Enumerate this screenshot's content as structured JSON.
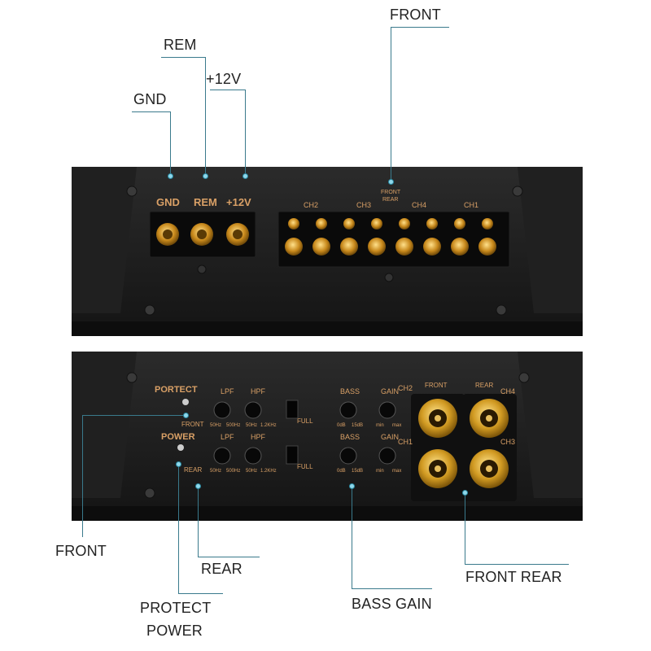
{
  "callouts": {
    "front_top": "FRONT",
    "rem": "REM",
    "plus12v": "+12V",
    "gnd": "GND",
    "front_left": "FRONT",
    "rear": "REAR",
    "protect": "PROTECT",
    "power": "POWER",
    "bass_gain": "BASS GAIN",
    "front_rear": "FRONT REAR"
  },
  "panel_top": {
    "gnd": "GND",
    "rem": "REM",
    "v12": "+12V",
    "front_small": "FRONT",
    "rear_small": "REAR",
    "ch2": "CH2",
    "ch3": "CH3",
    "ch4": "CH4",
    "ch1": "CH1"
  },
  "panel_bottom": {
    "portect": "PORTECT",
    "power": "POWER",
    "front": "FRONT",
    "rear": "REAR",
    "lpf": "LPF",
    "hpf": "HPF",
    "full": "FULL",
    "bass": "BASS",
    "gain": "GAIN",
    "lpf_min": "50Hz",
    "lpf_max": "500Hz",
    "hpf_min": "50Hz",
    "hpf_max": "1.2KHz",
    "bass_min": "0dB",
    "bass_max": "15dB",
    "gain_min": "min",
    "gain_max": "max",
    "ch2": "CH2",
    "ch4": "CH4",
    "ch1": "CH1",
    "ch3": "CH3",
    "rca_front": "FRONT",
    "rca_rear": "REAR"
  },
  "colors": {
    "callout_line": "#3a7a8c",
    "panel_print": "#d9a066",
    "gold": "#d4a020",
    "body": "#1a1a1a"
  }
}
